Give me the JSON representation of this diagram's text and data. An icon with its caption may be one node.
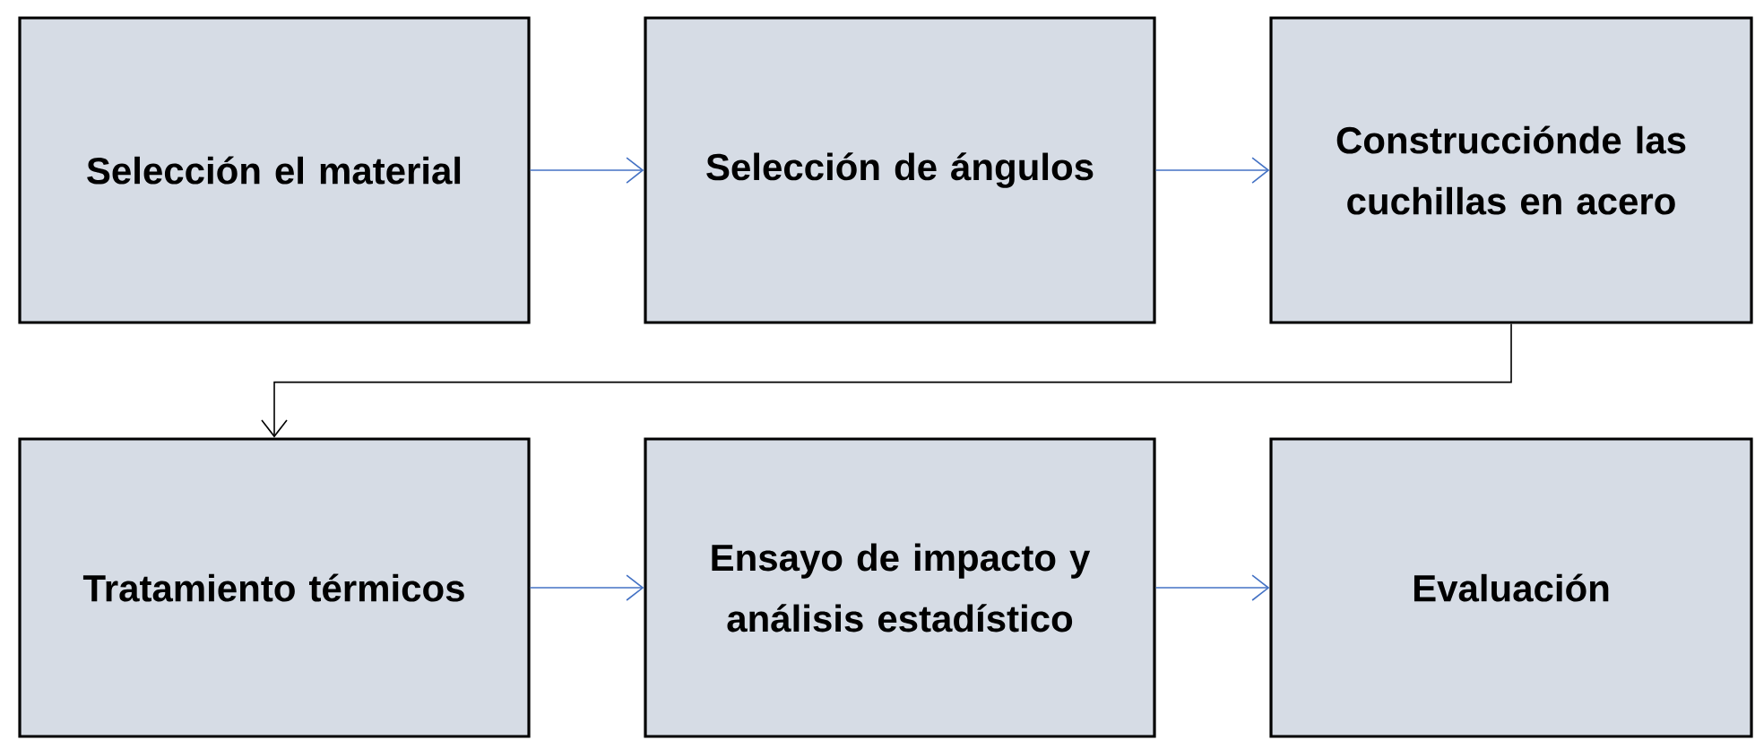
{
  "diagram": {
    "nodes": [
      {
        "text": [
          "Selección el material"
        ]
      },
      {
        "text": [
          "Selección de ángulos"
        ]
      },
      {
        "text": [
          "Construcciónde las cuchillas en acero"
        ]
      },
      {
        "text": [
          "Tratamiento térmicos"
        ]
      },
      {
        "text": [
          "Ensayo de impacto y análisis estadístico"
        ]
      },
      {
        "text": [
          "Evaluación"
        ]
      }
    ],
    "edges": [
      {
        "from": 0,
        "to": 1,
        "arrow": "to"
      },
      {
        "from": 1,
        "to": 2,
        "arrow": "to"
      },
      {
        "from": 2,
        "to": 3,
        "arrow": "to",
        "color": "#000000"
      },
      {
        "from": 3,
        "to": 4,
        "arrow": "to"
      },
      {
        "from": 4,
        "to": 5,
        "arrow": "to"
      }
    ]
  }
}
